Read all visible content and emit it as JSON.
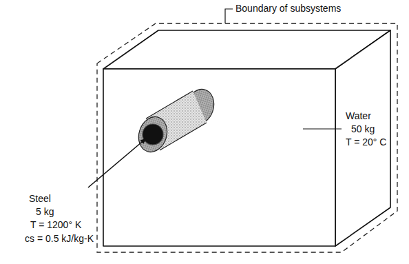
{
  "diagram": {
    "labels": [
      "Boundary of subsystems",
      "Water",
      "50 kg",
      "T = 20° C",
      "Steel",
      "5 kg",
      "T = 1200° K",
      "cs = 0.5 kJ/kg-K"
    ]
  }
}
